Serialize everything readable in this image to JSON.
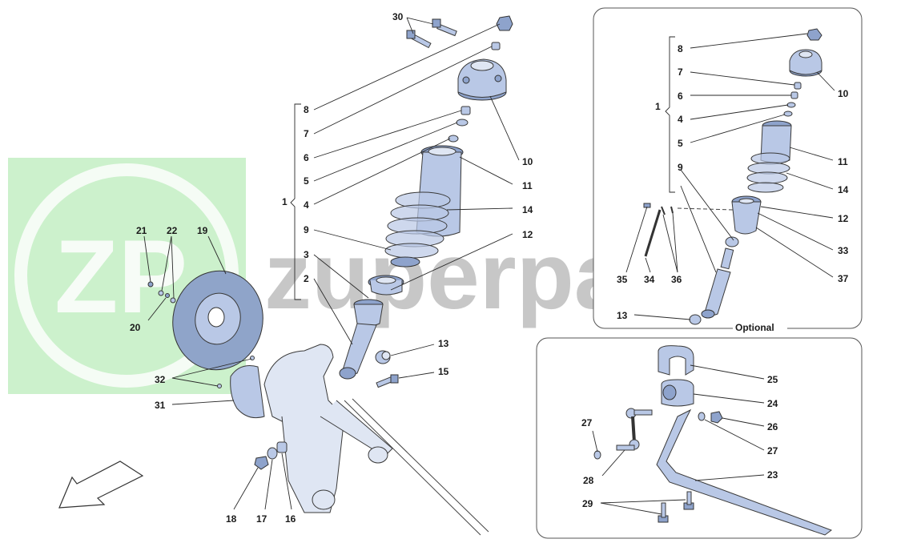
{
  "watermark": {
    "brand": "zuperparts",
    "logo_letters": "ZP",
    "logo_color": "#8ee08e"
  },
  "optional_label": "Optional",
  "colors": {
    "part_fill": "#b9c8e6",
    "part_dark": "#8ea3cc",
    "leader": "#2a2a2a"
  },
  "callouts": {
    "main": [
      {
        "id": "c30",
        "text": "30"
      },
      {
        "id": "c8",
        "text": "8"
      },
      {
        "id": "c7",
        "text": "7"
      },
      {
        "id": "c6",
        "text": "6"
      },
      {
        "id": "c5",
        "text": "5"
      },
      {
        "id": "c4",
        "text": "4"
      },
      {
        "id": "c1",
        "text": "1"
      },
      {
        "id": "c9",
        "text": "9"
      },
      {
        "id": "c3",
        "text": "3"
      },
      {
        "id": "c2",
        "text": "2"
      },
      {
        "id": "c10",
        "text": "10"
      },
      {
        "id": "c11",
        "text": "11"
      },
      {
        "id": "c14",
        "text": "14"
      },
      {
        "id": "c12",
        "text": "12"
      },
      {
        "id": "c13",
        "text": "13"
      },
      {
        "id": "c15",
        "text": "15"
      },
      {
        "id": "c21",
        "text": "21"
      },
      {
        "id": "c22",
        "text": "22"
      },
      {
        "id": "c19",
        "text": "19"
      },
      {
        "id": "c20",
        "text": "20"
      },
      {
        "id": "c32",
        "text": "32"
      },
      {
        "id": "c31",
        "text": "31"
      },
      {
        "id": "c18",
        "text": "18"
      },
      {
        "id": "c17",
        "text": "17"
      },
      {
        "id": "c16",
        "text": "16"
      }
    ],
    "optional": [
      {
        "id": "o8",
        "text": "8"
      },
      {
        "id": "o7",
        "text": "7"
      },
      {
        "id": "o6",
        "text": "6"
      },
      {
        "id": "o1",
        "text": "1"
      },
      {
        "id": "o4",
        "text": "4"
      },
      {
        "id": "o5",
        "text": "5"
      },
      {
        "id": "o9",
        "text": "9"
      },
      {
        "id": "o10",
        "text": "10"
      },
      {
        "id": "o11",
        "text": "11"
      },
      {
        "id": "o14",
        "text": "14"
      },
      {
        "id": "o12",
        "text": "12"
      },
      {
        "id": "o33",
        "text": "33"
      },
      {
        "id": "o37",
        "text": "37"
      },
      {
        "id": "o35",
        "text": "35"
      },
      {
        "id": "o34",
        "text": "34"
      },
      {
        "id": "o36",
        "text": "36"
      },
      {
        "id": "o13",
        "text": "13"
      }
    ],
    "stabilizer": [
      {
        "id": "s25",
        "text": "25"
      },
      {
        "id": "s24",
        "text": "24"
      },
      {
        "id": "s26",
        "text": "26"
      },
      {
        "id": "s27a",
        "text": "27"
      },
      {
        "id": "s27b",
        "text": "27"
      },
      {
        "id": "s28",
        "text": "28"
      },
      {
        "id": "s23",
        "text": "23"
      },
      {
        "id": "s29",
        "text": "29"
      }
    ]
  }
}
